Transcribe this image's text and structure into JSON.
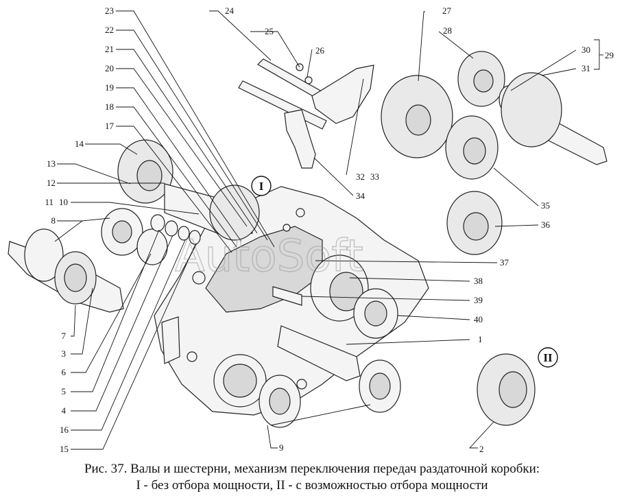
{
  "figure": {
    "caption_line1": "Рис. 37. Валы и шестерни, механизм переключения передач раздаточной коробки:",
    "caption_line2": "I - без отбора мощности, II - с возможностью отбора мощности",
    "variant_labels": [
      "I",
      "II"
    ],
    "watermark": "AutoSoft",
    "callouts": [
      "1",
      "2",
      "3",
      "4",
      "5",
      "6",
      "7",
      "8",
      "9",
      "10",
      "11",
      "12",
      "13",
      "14",
      "15",
      "16",
      "17",
      "18",
      "19",
      "20",
      "21",
      "22",
      "23",
      "24",
      "25",
      "26",
      "27",
      "28",
      "29",
      "30",
      "31",
      "32",
      "33",
      "34",
      "35",
      "36",
      "37",
      "38",
      "39",
      "40"
    ]
  }
}
